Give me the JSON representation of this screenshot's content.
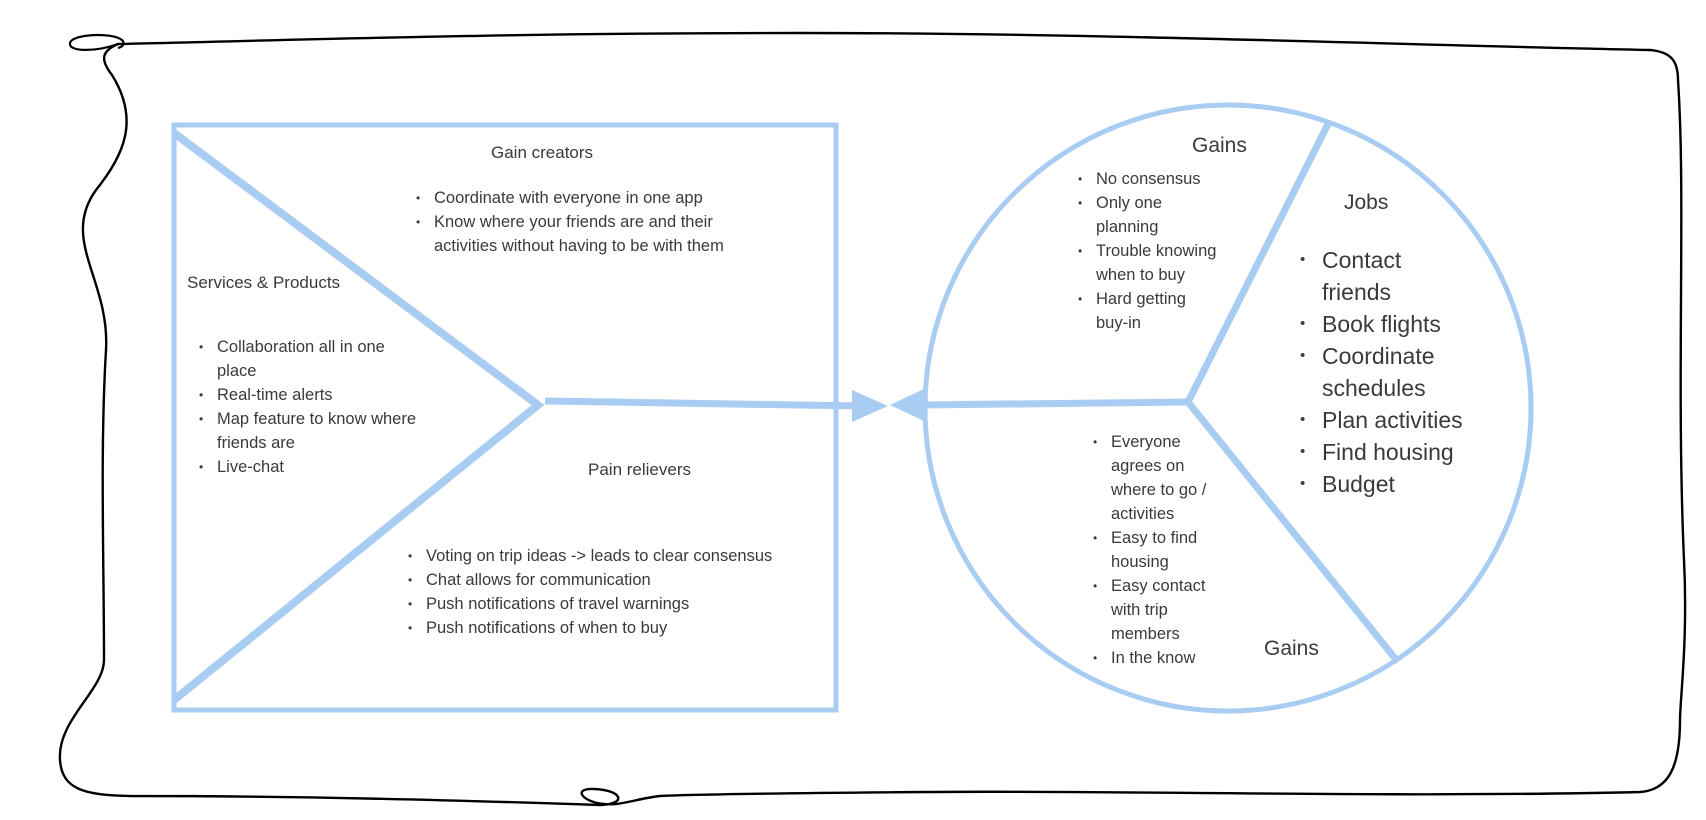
{
  "product_map": {
    "gain_creators": {
      "title": "Gain creators",
      "items": [
        "Coordinate with everyone in one app",
        "Know where your friends are and their activities without having to be with them"
      ]
    },
    "services_products": {
      "title": "Services & Products",
      "items": [
        "Collaboration all in one place",
        "Real-time alerts",
        "Map feature to know where friends are",
        "Live-chat"
      ]
    },
    "pain_relievers": {
      "title": "Pain relievers",
      "items": [
        "Voting on trip ideas -> leads to clear consensus",
        "Chat allows for communication",
        "Push notifications of travel warnings",
        "Push notifications of when to buy"
      ]
    }
  },
  "customer_profile": {
    "gains_top": {
      "title": "Gains",
      "items": [
        "No consensus",
        "Only one planning",
        "Trouble knowing when to buy",
        "Hard getting buy-in"
      ]
    },
    "jobs": {
      "title": "Jobs",
      "items": [
        "Contact friends",
        "Book flights",
        "Coordinate schedules",
        "Plan activities",
        "Find housing",
        "Budget"
      ]
    },
    "gains_bottom": {
      "title": "Gains",
      "items": [
        "Everyone agrees on where to go / activities",
        "Easy to find housing",
        "Easy contact with trip members",
        "In the know"
      ]
    }
  },
  "colors": {
    "diagram_blue": "#a9cdf2",
    "frame_black": "#000000"
  }
}
